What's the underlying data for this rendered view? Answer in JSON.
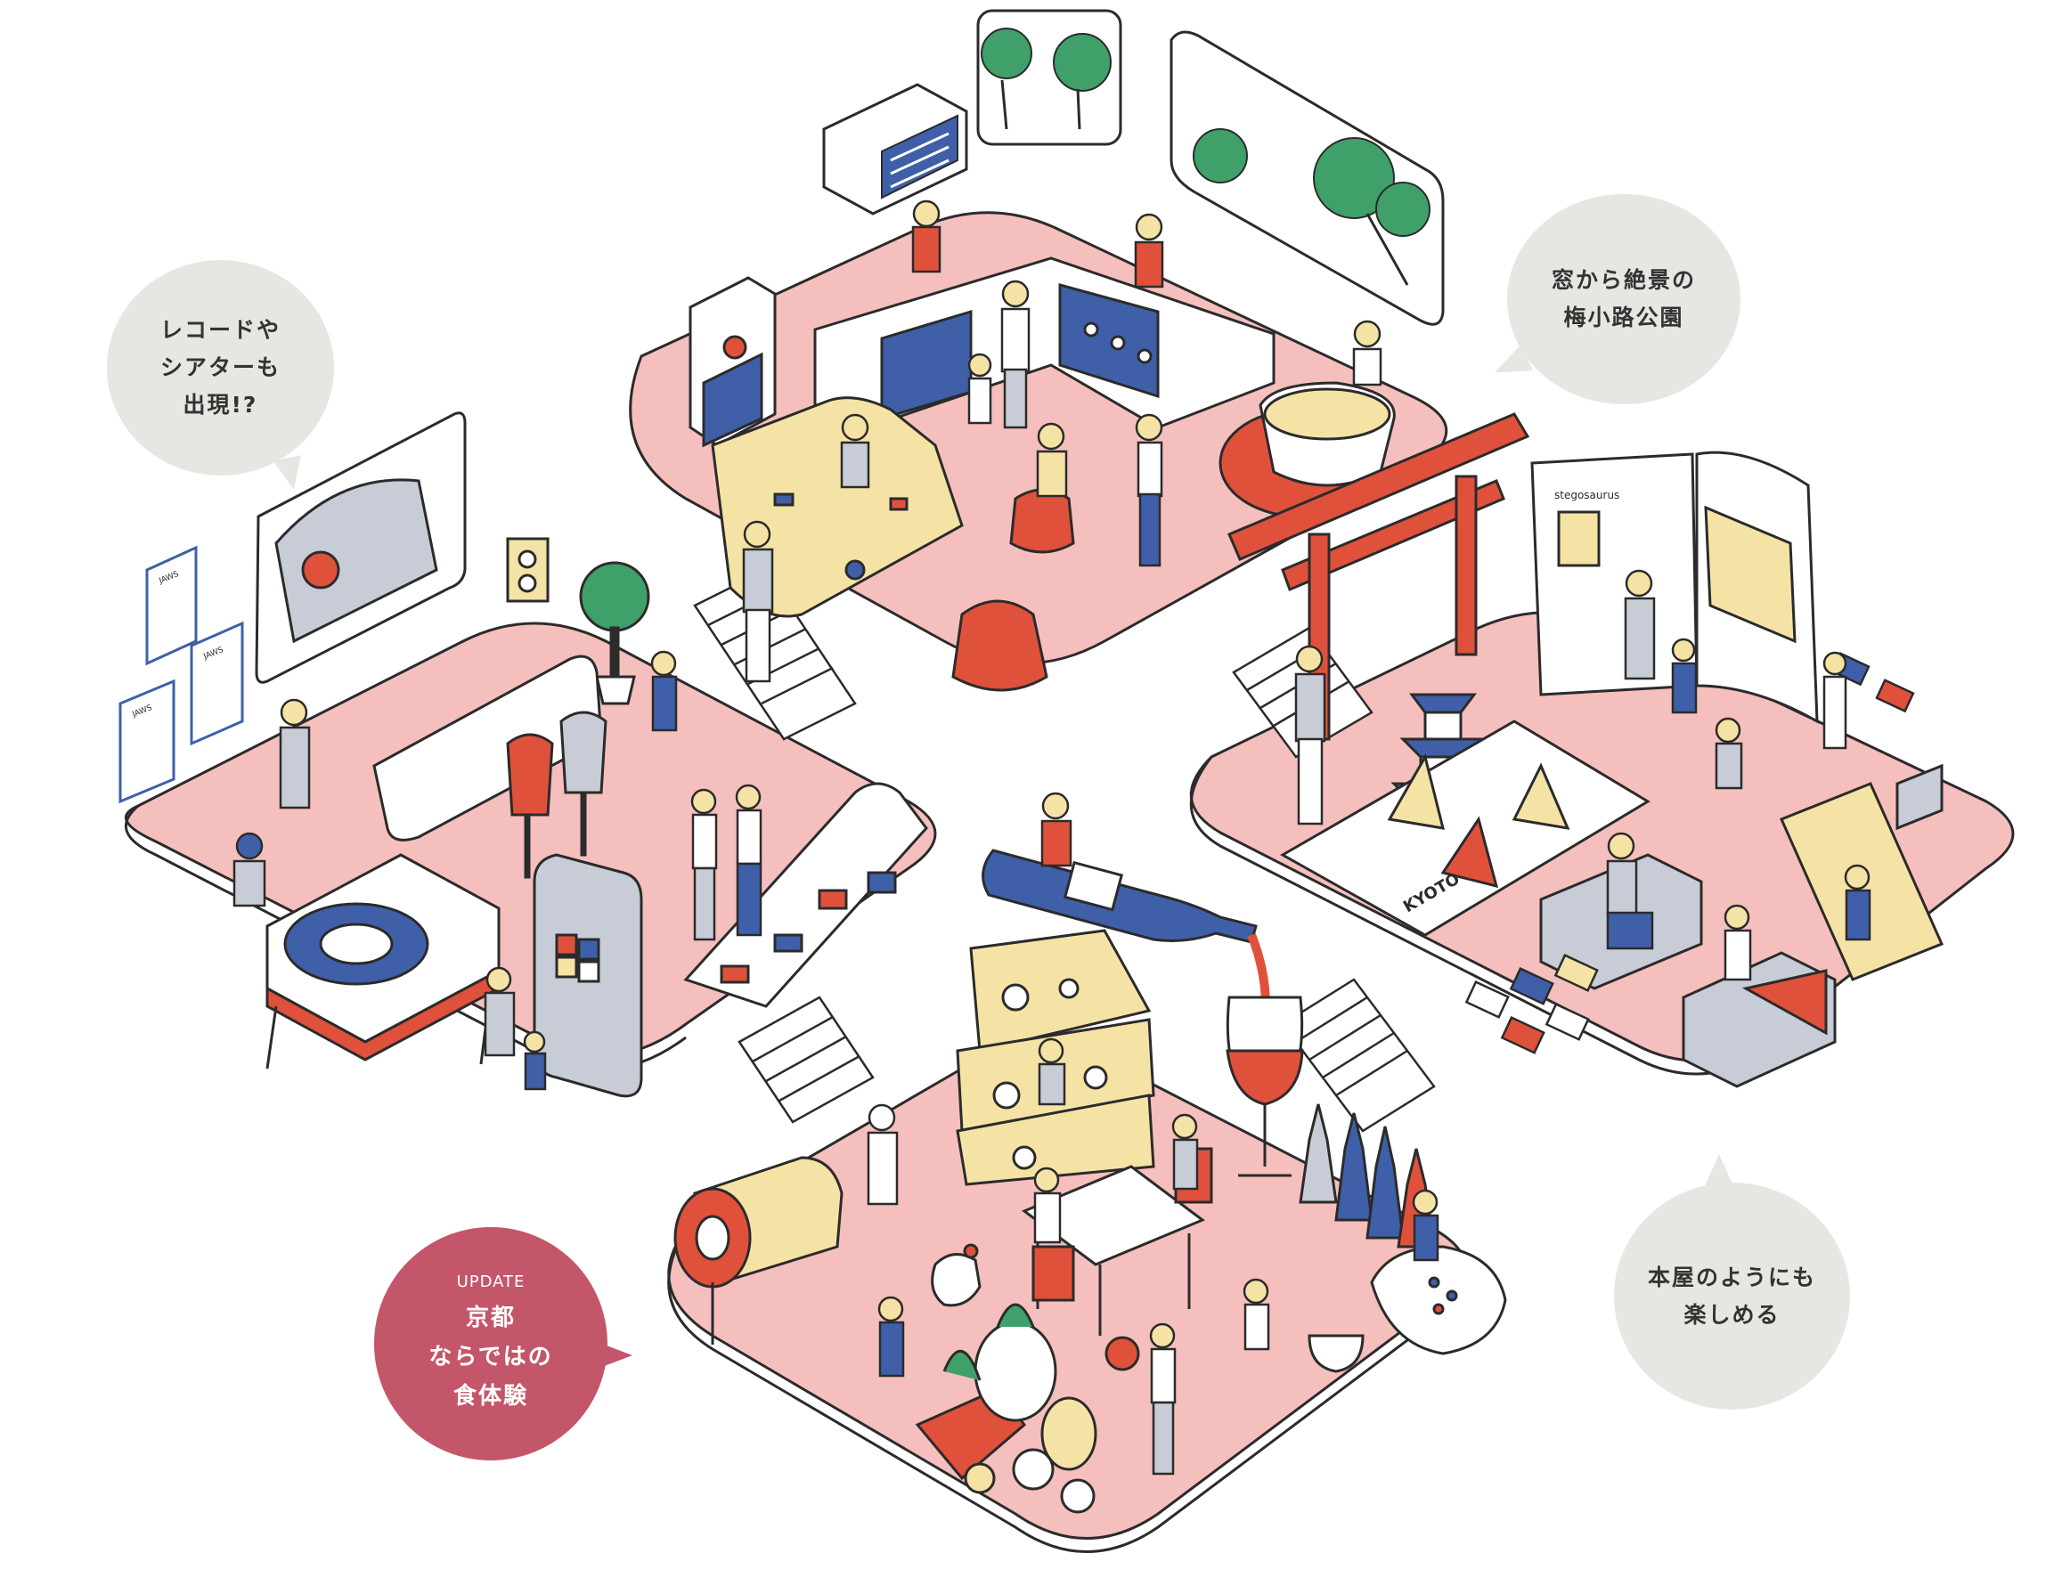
{
  "colors": {
    "floor": "#f5bfbd",
    "outline": "#2b2b2b",
    "red": "#e0513c",
    "blue": "#3f60a8",
    "cream": "#f5e3a6",
    "green": "#3fa06a",
    "gray": "#c7ccd6",
    "bubble_gray": "#e6e6e2",
    "bubble_update": "#c4566a"
  },
  "bubbles": {
    "theater": {
      "text": "レコードや\nシアターも\n出現!?"
    },
    "view": {
      "text": "窓から絶景の\n梅小路公園"
    },
    "books": {
      "text": "本屋のようにも\n楽しめる"
    },
    "food": {
      "badge": "UPDATE",
      "text": "京都\nならではの\n食体験"
    }
  },
  "illustration": {
    "poster_labels": [
      "JAWS",
      "JAWS",
      "JAWS"
    ],
    "book_title": "stegosaurus",
    "map_label": "KYOTO",
    "icons": [
      "torii-icon",
      "pagoda-icon",
      "wine-bottle-icon",
      "cheese-icon",
      "coffee-cup-icon",
      "record-player-icon",
      "smartphone-icon",
      "chicken-icon",
      "tree-icon"
    ]
  }
}
